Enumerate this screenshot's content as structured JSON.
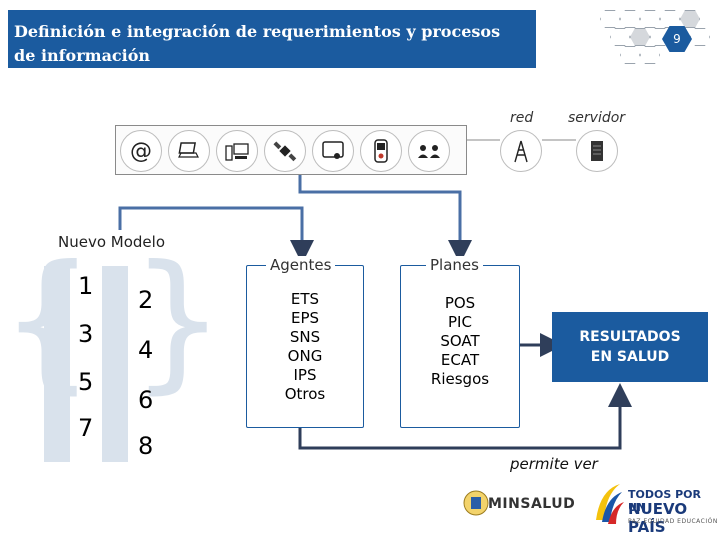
{
  "header": {
    "title": "Definición e integración de requerimientos y procesos de información",
    "page_number": "9"
  },
  "network": {
    "red_label": "red",
    "servidor_label": "servidor"
  },
  "devices": [
    "email-icon",
    "laptop-icon",
    "desktop-computer-icon",
    "satellite-icon",
    "tablet-touch-icon",
    "glucometer-icon",
    "video-call-icon"
  ],
  "model": {
    "title": "Nuevo Modelo",
    "numbers": [
      "1",
      "2",
      "3",
      "4",
      "5",
      "6",
      "7",
      "8"
    ]
  },
  "agentes": {
    "title": "Agentes",
    "items": [
      "ETS",
      "EPS",
      "SNS",
      "ONG",
      "IPS",
      "Otros"
    ]
  },
  "planes": {
    "title": "Planes",
    "items": [
      "POS",
      "PIC",
      "SOAT",
      "ECAT",
      "Riesgos"
    ]
  },
  "results": {
    "line1": "RESULTADOS",
    "line2": "EN SALUD"
  },
  "permite": "permite ver",
  "logos": {
    "minsalud": "MINSALUD",
    "tp_line1": "TODOS POR UN",
    "tp_line2": "NUEVO PAÍS",
    "tp_line3": "PAZ  EQUIDAD  EDUCACIÓN"
  },
  "colors": {
    "primary_blue": "#1b5b9f",
    "light_blue": "#d9e2ec",
    "connector_dark": "#2f3e5a"
  }
}
